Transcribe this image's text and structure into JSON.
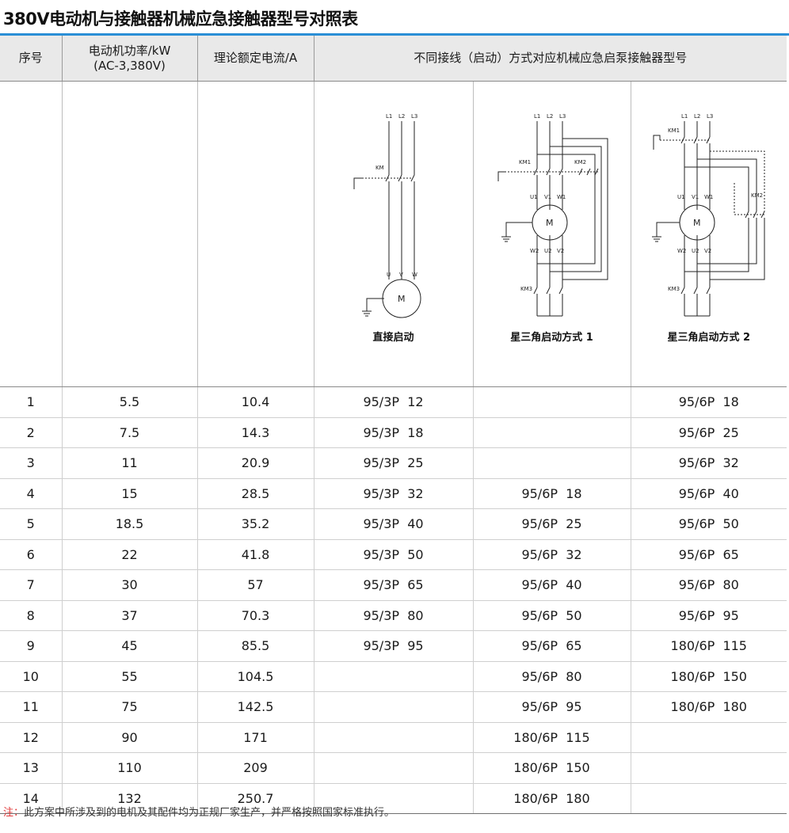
{
  "title": "380V电动机与接触器机械应急接触器型号对照表",
  "headers": {
    "seq": "序号",
    "power_line1": "电动机功率/kW",
    "power_line2": "(AC-3,380V)",
    "current": "理论额定电流/A",
    "models": "不同接线（启动）方式对应机械应急启泵接触器型号"
  },
  "diagrams": {
    "direct": {
      "caption": "直接启动",
      "L1": "L1",
      "L2": "L2",
      "L3": "L3",
      "KM": "KM",
      "U": "U",
      "V": "V",
      "W": "W",
      "M": "M"
    },
    "star1": {
      "caption": "星三角启动方式 1",
      "L1": "L1",
      "L2": "L2",
      "L3": "L3",
      "KM1": "KM1",
      "KM2": "KM2",
      "KM3": "KM3",
      "U1": "U1",
      "V1": "V1",
      "W1": "W1",
      "W2": "W2",
      "U2": "U2",
      "V2": "V2",
      "M": "M"
    },
    "star2": {
      "caption": "星三角启动方式 2",
      "L1": "L1",
      "L2": "L2",
      "L3": "L3",
      "KM1": "KM1",
      "KM2": "KM2",
      "KM3": "KM3",
      "U1": "U1",
      "V1": "V1",
      "W1": "W1",
      "W2": "W2",
      "U2": "U2",
      "V2": "V2",
      "M": "M"
    }
  },
  "rows": [
    {
      "seq": "1",
      "power": "5.5",
      "current": "10.4",
      "direct": "95/3P  12",
      "star1": "",
      "star2": "95/6P  18"
    },
    {
      "seq": "2",
      "power": "7.5",
      "current": "14.3",
      "direct": "95/3P  18",
      "star1": "",
      "star2": "95/6P  25"
    },
    {
      "seq": "3",
      "power": "11",
      "current": "20.9",
      "direct": "95/3P  25",
      "star1": "",
      "star2": "95/6P  32"
    },
    {
      "seq": "4",
      "power": "15",
      "current": "28.5",
      "direct": "95/3P  32",
      "star1": "95/6P  18",
      "star2": "95/6P  40"
    },
    {
      "seq": "5",
      "power": "18.5",
      "current": "35.2",
      "direct": "95/3P  40",
      "star1": "95/6P  25",
      "star2": "95/6P  50"
    },
    {
      "seq": "6",
      "power": "22",
      "current": "41.8",
      "direct": "95/3P  50",
      "star1": "95/6P  32",
      "star2": "95/6P  65"
    },
    {
      "seq": "7",
      "power": "30",
      "current": "57",
      "direct": "95/3P  65",
      "star1": "95/6P  40",
      "star2": "95/6P  80"
    },
    {
      "seq": "8",
      "power": "37",
      "current": "70.3",
      "direct": "95/3P  80",
      "star1": "95/6P  50",
      "star2": "95/6P  95"
    },
    {
      "seq": "9",
      "power": "45",
      "current": "85.5",
      "direct": "95/3P  95",
      "star1": "95/6P  65",
      "star2": "180/6P  115"
    },
    {
      "seq": "10",
      "power": "55",
      "current": "104.5",
      "direct": "",
      "star1": "95/6P  80",
      "star2": "180/6P  150"
    },
    {
      "seq": "11",
      "power": "75",
      "current": "142.5",
      "direct": "",
      "star1": "95/6P  95",
      "star2": "180/6P  180"
    },
    {
      "seq": "12",
      "power": "90",
      "current": "171",
      "direct": "",
      "star1": "180/6P  115",
      "star2": ""
    },
    {
      "seq": "13",
      "power": "110",
      "current": "209",
      "direct": "",
      "star1": "180/6P  150",
      "star2": ""
    },
    {
      "seq": "14",
      "power": "132",
      "current": "250.7",
      "direct": "",
      "star1": "180/6P  180",
      "star2": ""
    }
  ],
  "note": {
    "label": "注：",
    "text": "此方案中所涉及到的电机及其配件均为正规厂家生产，并严格按照国家标准执行。"
  },
  "colors": {
    "accent": "#2a8fd6",
    "header_bg": "#e9e9e9",
    "note_label": "#e03a3a"
  }
}
